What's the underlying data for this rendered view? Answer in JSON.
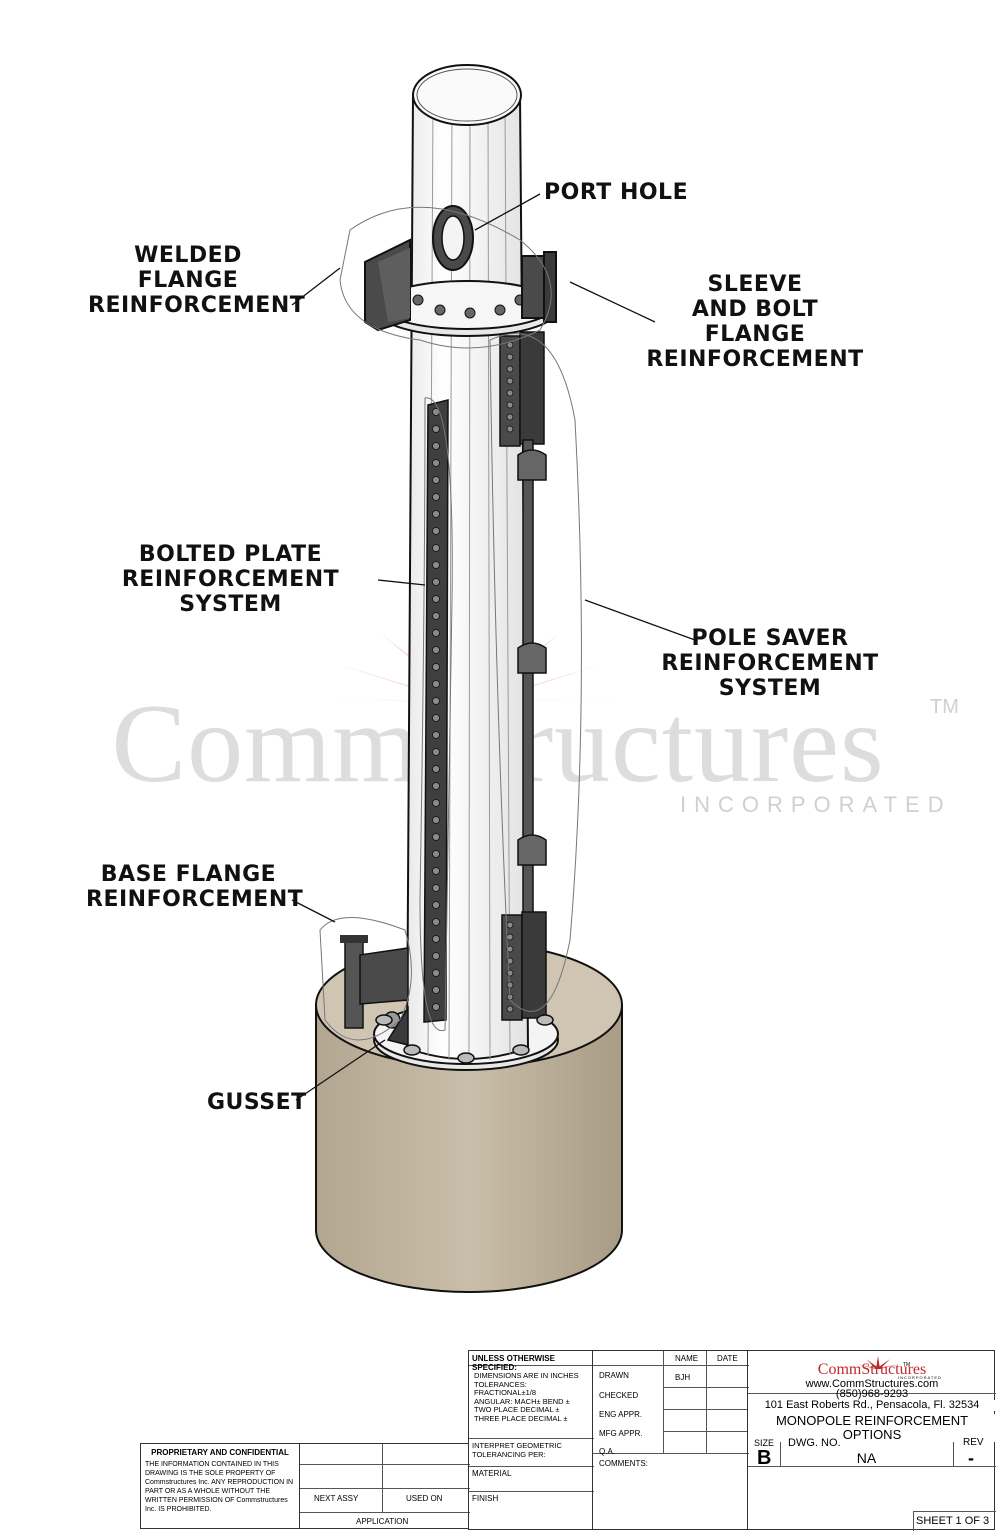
{
  "callouts": {
    "port_hole": "PORT HOLE",
    "welded_flange": [
      "WELDED",
      "FLANGE",
      "REINFORCEMENT"
    ],
    "sleeve_bolt": [
      "SLEEVE",
      "AND BOLT",
      "FLANGE",
      "REINFORCEMENT"
    ],
    "bolted_plate": [
      "BOLTED PLATE",
      "REINFORCEMENT SYSTEM"
    ],
    "pole_saver": [
      "POLE SAVER",
      "REINFORCEMENT SYSTEM"
    ],
    "base_flange": [
      "BASE FLANGE",
      "REINFORCEMENT"
    ],
    "gusset": "GUSSET"
  },
  "watermark": {
    "name": "CommStructures",
    "trademark": "TM",
    "subtitle": "INCORPORATED"
  },
  "proprietary": {
    "heading": "PROPRIETARY AND CONFIDENTIAL",
    "body": "THE INFORMATION CONTAINED IN THIS DRAWING IS THE SOLE PROPERTY OF Commstructures Inc. ANY REPRODUCTION IN PART OR AS A WHOLE WITHOUT THE WRITTEN PERMISSION OF Commstructures Inc. IS PROHIBITED."
  },
  "application": {
    "next_assy": "NEXT ASSY",
    "used_on": "USED ON",
    "application": "APPLICATION"
  },
  "tolerances": {
    "header": "UNLESS OTHERWISE SPECIFIED:",
    "dimensions": "DIMENSIONS ARE IN INCHES",
    "tolerances": "TOLERANCES:",
    "fractional": "FRACTIONAL±1/8",
    "angular": "ANGULAR: MACH±    BEND ±",
    "two_place": "TWO PLACE DECIMAL    ±",
    "three_place": "THREE PLACE DECIMAL  ±",
    "interpret": "INTERPRET GEOMETRIC TOLERANCING PER:",
    "material": "MATERIAL",
    "finish": "FINISH"
  },
  "approvals": {
    "name_header": "NAME",
    "date_header": "DATE",
    "rows": [
      {
        "label": "DRAWN",
        "name": "BJH"
      },
      {
        "label": "CHECKED",
        "name": ""
      },
      {
        "label": "ENG APPR.",
        "name": ""
      },
      {
        "label": "MFG APPR.",
        "name": ""
      },
      {
        "label": "Q.A.",
        "name": ""
      }
    ],
    "comments": "COMMENTS:"
  },
  "company": {
    "logo": "CommStructures",
    "logo_sub": "INCORPORATED",
    "logo_tm": "TM",
    "website": "www.CommStructures.com",
    "phone": "(850)968-9293",
    "address": "101 East Roberts Rd., Pensacola, Fl. 32534"
  },
  "title": {
    "line1": "MONOPOLE REINFORCEMENT",
    "line2": "OPTIONS"
  },
  "sheet": {
    "size_label": "SIZE",
    "size": "B",
    "dwg_label": "DWG.  NO.",
    "dwg_no": "NA",
    "rev_label": "REV",
    "rev": "-",
    "sheet": "SHEET 1 OF 3"
  },
  "colors": {
    "concrete": "#b8ab97",
    "steel_plate": "#4a4a4a",
    "pole": "#f6f6f6",
    "sunburst": "#f3b8bd",
    "logo_red": "#c0282d"
  }
}
